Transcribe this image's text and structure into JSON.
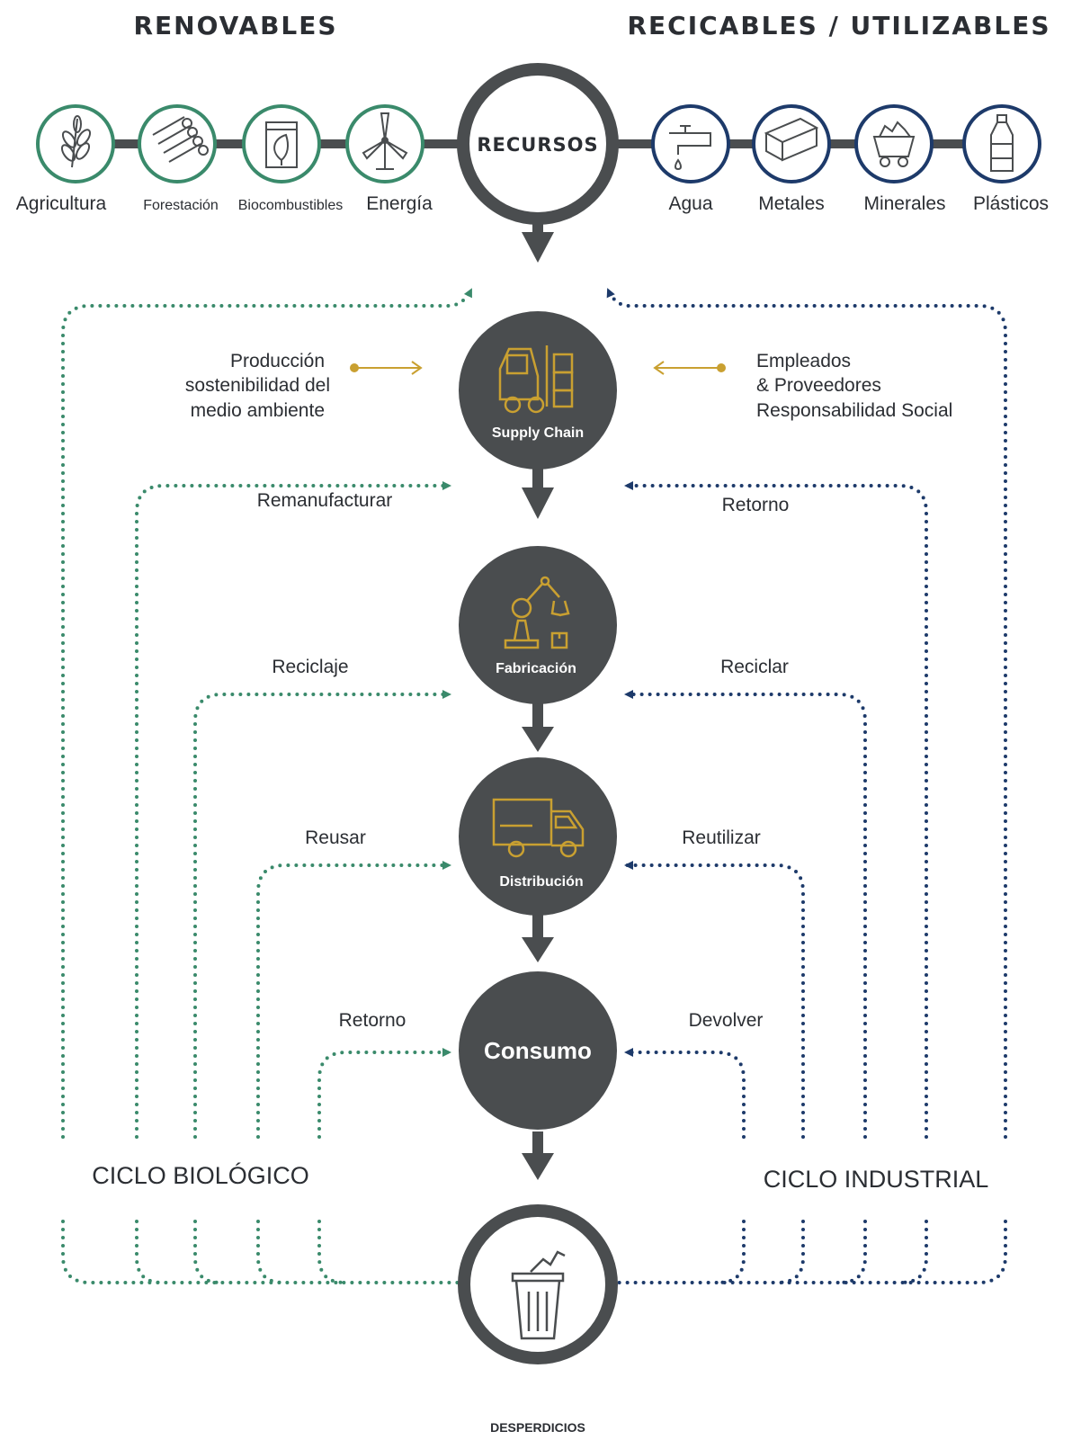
{
  "headings": {
    "left": "RENOVABLES",
    "right": "RECICABLES / UTILIZABLES"
  },
  "hub": {
    "label": "RECURSOS"
  },
  "renewables": [
    {
      "label": "Agricultura",
      "icon": "wheat-icon"
    },
    {
      "label": "Forestación",
      "icon": "logs-icon"
    },
    {
      "label": "Biocombustibles",
      "icon": "biofuel-icon"
    },
    {
      "label": "Energía",
      "icon": "wind-turbine-icon"
    }
  ],
  "recyclables": [
    {
      "label": "Agua",
      "icon": "faucet-icon"
    },
    {
      "label": "Metales",
      "icon": "steel-beam-icon"
    },
    {
      "label": "Minerales",
      "icon": "mine-cart-icon"
    },
    {
      "label": "Plásticos",
      "icon": "plastic-bottle-icon"
    }
  ],
  "inputs": {
    "left": [
      "Producción",
      "sostenibilidad del",
      "medio ambiente"
    ],
    "right": [
      "Empleados",
      "& Proveedores",
      "Responsabilidad Social"
    ]
  },
  "stages": [
    {
      "label": "Supply Chain",
      "icon": "forklift-icon"
    },
    {
      "label": "Fabricación",
      "icon": "robot-arm-icon"
    },
    {
      "label": "Distribución",
      "icon": "truck-icon"
    },
    {
      "label": "Consumo",
      "icon": ""
    }
  ],
  "bio_loops": [
    "Remanufacturar",
    "Reciclaje",
    "Reusar",
    "Retorno"
  ],
  "ind_loops": [
    "Retorno",
    "Reciclar",
    "Reutilizar",
    "Devolver"
  ],
  "cycles": {
    "bio": "CICLO BIOLÓGICO",
    "industrial": "CICLO INDUSTRIAL"
  },
  "waste": {
    "label": "DESPERDICIOS",
    "icon": "trash-can-icon"
  },
  "colors": {
    "dark": "#4a4d4f",
    "green": "#3a8a6b",
    "navy": "#1d3a6a",
    "gold": "#c9a031",
    "text": "#2b2e33"
  }
}
